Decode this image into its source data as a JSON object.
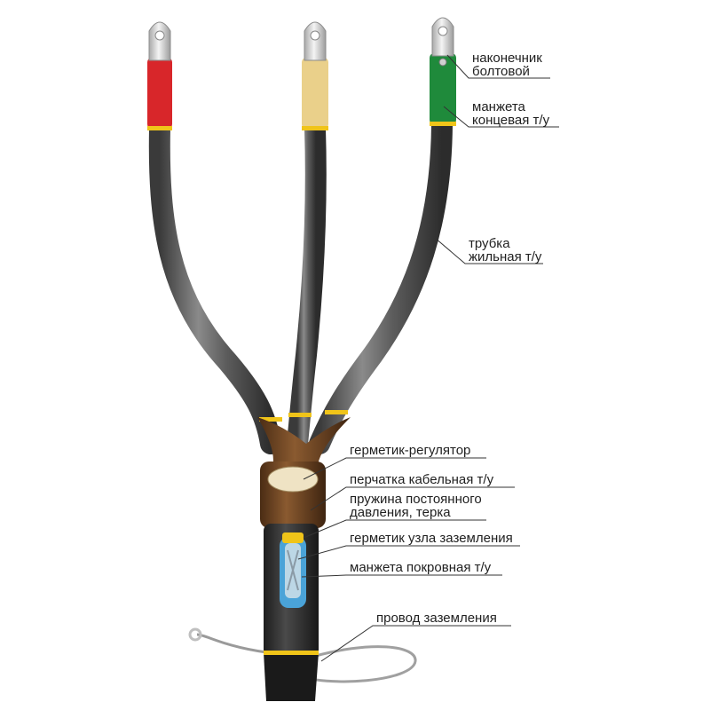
{
  "labels": {
    "lug": [
      "наконечник",
      "болтовой"
    ],
    "end_cuff": [
      "манжета",
      "концевая т/у"
    ],
    "core_tube": [
      "трубка",
      "жильная т/у"
    ],
    "sealant_regulator": [
      "герметик-регулятор"
    ],
    "cable_glove": [
      "перчатка кабельная т/у"
    ],
    "spring": [
      "пружина постоянного",
      "давления, терка"
    ],
    "ground_sealant": [
      "герметик узла заземления"
    ],
    "cover_cuff": [
      "манжета покровная т/у"
    ],
    "ground_wire": [
      "провод заземления"
    ]
  },
  "colors": {
    "phase_1": "#d8262a",
    "phase_2": "#ead08a",
    "phase_3": "#1f8a3b",
    "tube": "#5a5a5a",
    "glove": "#6e4524",
    "sealant_band": "#f0c419",
    "lug": "#d9d9d9",
    "cable_outer": "#2e2e2e"
  }
}
